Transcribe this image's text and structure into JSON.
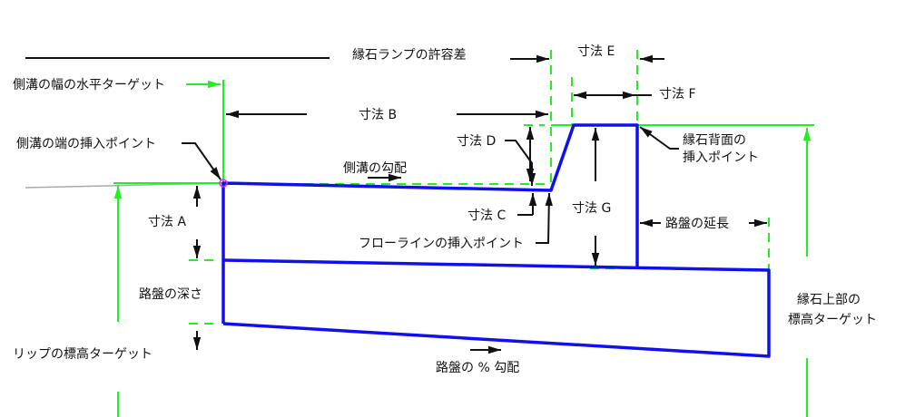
{
  "title": "縁石ランプの許容差",
  "labels": {
    "dim_a": "寸法 A",
    "dim_b": "寸法 B",
    "dim_c": "寸法 C",
    "dim_d": "寸法 D",
    "dim_e": "寸法 E",
    "dim_f": "寸法 F",
    "dim_g": "寸法 G",
    "gutter_width_target": "側溝の幅の水平ターゲット",
    "gutter_edge_insertion": "側溝の端の挿入ポイント",
    "gutter_slope": "側溝の勾配",
    "flowline_insertion": "フローラインの挿入ポイント",
    "curb_back_insertion_1": "縁石背面の",
    "curb_back_insertion_2": "挿入ポイント",
    "subbase_extension": "路盤の延長",
    "subbase_depth": "路盤の深さ",
    "curb_top_target_1": "縁石上部の",
    "curb_top_target_2": "標高ターゲット",
    "lip_elevation_target": "リップの標高ターゲット",
    "subbase_slope": "路盤の % 勾配"
  },
  "colors": {
    "shape": "#1010ee",
    "target": "#22ee22",
    "annotation": "#111111",
    "insertion_marker": "#ee22ee"
  }
}
